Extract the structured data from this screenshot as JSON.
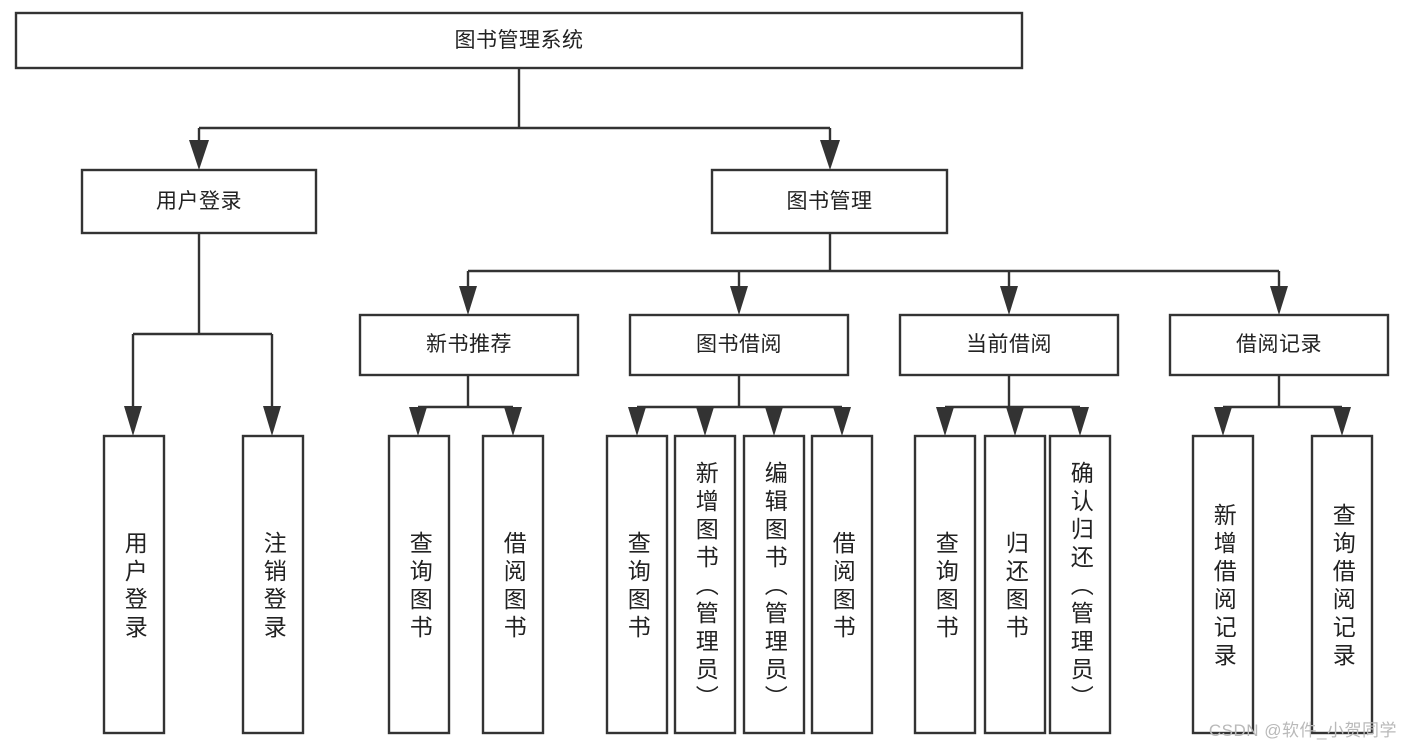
{
  "diagram": {
    "title": "图书管理系统",
    "type": "tree",
    "colors": {
      "stroke": "#333333",
      "fill": "#ffffff",
      "text": "#222222",
      "watermark": "#b9b9b9",
      "background": "#ffffff"
    },
    "watermark": "CSDN @软件_小贺同学",
    "nodes": {
      "root": {
        "label": "图书管理系统",
        "level": 1,
        "orientation": "horizontal"
      },
      "l2": [
        {
          "id": "user-login",
          "label": "用户登录",
          "level": 2,
          "orientation": "horizontal"
        },
        {
          "id": "book-manage",
          "label": "图书管理",
          "level": 2,
          "orientation": "horizontal"
        }
      ],
      "l3": [
        {
          "id": "new-book-rec",
          "label": "新书推荐",
          "level": 3,
          "orientation": "horizontal"
        },
        {
          "id": "book-borrow",
          "label": "图书借阅",
          "level": 3,
          "orientation": "horizontal"
        },
        {
          "id": "current-borrow",
          "label": "当前借阅",
          "level": 3,
          "orientation": "horizontal"
        },
        {
          "id": "borrow-record",
          "label": "借阅记录",
          "level": 3,
          "orientation": "horizontal"
        }
      ],
      "leaves": [
        {
          "id": "leaf-user-login",
          "label": "用户登录",
          "parent": "user-login",
          "orientation": "vertical"
        },
        {
          "id": "leaf-user-logout",
          "label": "注销登录",
          "parent": "user-login",
          "orientation": "vertical"
        },
        {
          "id": "leaf-query-book-1",
          "label": "查询图书",
          "parent": "new-book-rec",
          "orientation": "vertical"
        },
        {
          "id": "leaf-borrow-book-1",
          "label": "借阅图书",
          "parent": "new-book-rec",
          "orientation": "vertical"
        },
        {
          "id": "leaf-query-book-2",
          "label": "查询图书",
          "parent": "book-borrow",
          "orientation": "vertical"
        },
        {
          "id": "leaf-add-book",
          "label": "新增图书（管理员）",
          "parent": "book-borrow",
          "orientation": "vertical"
        },
        {
          "id": "leaf-edit-book",
          "label": "编辑图书（管理员）",
          "parent": "book-borrow",
          "orientation": "vertical"
        },
        {
          "id": "leaf-borrow-book-2",
          "label": "借阅图书",
          "parent": "book-borrow",
          "orientation": "vertical"
        },
        {
          "id": "leaf-query-book-3",
          "label": "查询图书",
          "parent": "current-borrow",
          "orientation": "vertical"
        },
        {
          "id": "leaf-return-book",
          "label": "归还图书",
          "parent": "current-borrow",
          "orientation": "vertical"
        },
        {
          "id": "leaf-confirm-return",
          "label": "确认归还（管理员）",
          "parent": "current-borrow",
          "orientation": "vertical"
        },
        {
          "id": "leaf-add-record",
          "label": "新增借阅记录",
          "parent": "borrow-record",
          "orientation": "vertical"
        },
        {
          "id": "leaf-query-record",
          "label": "查询借阅记录",
          "parent": "borrow-record",
          "orientation": "vertical"
        }
      ]
    }
  }
}
